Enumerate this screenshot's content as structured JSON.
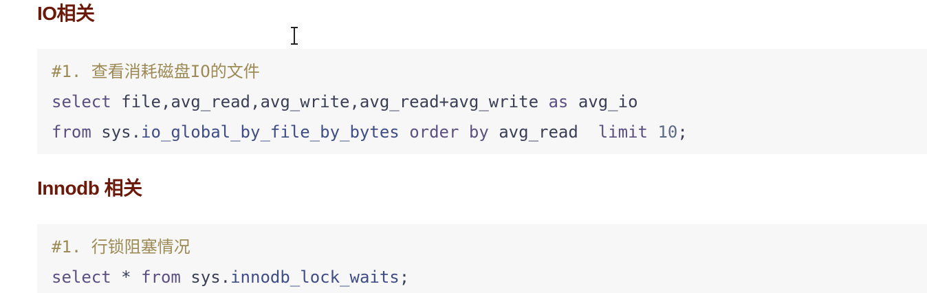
{
  "sections": [
    {
      "heading": "IO相关",
      "code": {
        "comment": "#1. 查看消耗磁盘IO的文件",
        "line2": {
          "kw_select": "select",
          "cols": " file,avg_read,avg_write,avg_read+avg_write ",
          "kw_as": "as",
          "alias": " avg_io"
        },
        "line3": {
          "kw_from": "from",
          "schema": " sys.",
          "table": "io_global_by_file_by_bytes",
          "sp1": " ",
          "kw_order_by": "order by",
          "col": " avg_read  ",
          "kw_limit": "limit",
          "sp2": " ",
          "num": "10",
          "end": ";"
        }
      }
    },
    {
      "heading": "Innodb 相关",
      "code": {
        "comment": "#1. 行锁阻塞情况",
        "line2": {
          "kw_select": "select",
          "star": " * ",
          "kw_from": "from",
          "schema": " sys.",
          "table": "innodb_lock_waits",
          "end": ";"
        }
      }
    }
  ],
  "icons": {
    "cursor": "text-cursor-icon"
  }
}
